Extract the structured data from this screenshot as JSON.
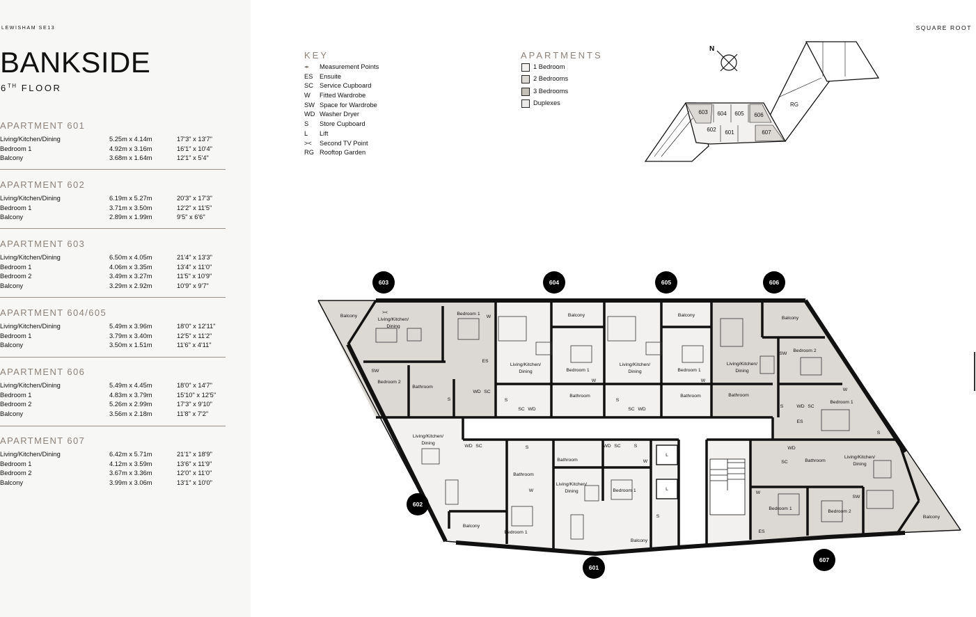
{
  "header": {
    "location": "LEWISHAM SE13",
    "title": "BANKSIDE",
    "floor_number": "6",
    "floor_suffix": "TH",
    "floor_label": "FLOOR",
    "brand": "SQUARE ROOT"
  },
  "apartments": [
    {
      "title": "APARTMENT 601",
      "rooms": [
        {
          "name": "Living/Kitchen/Dining",
          "metric": "5.25m x 4.14m",
          "imperial": "17'3\" x 13'7\""
        },
        {
          "name": "Bedroom 1",
          "metric": "4.92m x 3.16m",
          "imperial": "16'1\" x 10'4\""
        },
        {
          "name": "Balcony",
          "metric": "3.68m x 1.64m",
          "imperial": "12'1\" x 5'4\""
        }
      ]
    },
    {
      "title": "APARTMENT 602",
      "rooms": [
        {
          "name": "Living/Kitchen/Dining",
          "metric": "6.19m x 5.27m",
          "imperial": "20'3\" x 17'3\""
        },
        {
          "name": "Bedroom 1",
          "metric": "3.71m x 3.50m",
          "imperial": "12'2\" x 11'5\""
        },
        {
          "name": "Balcony",
          "metric": "2.89m x 1.99m",
          "imperial": "9'5\" x 6'6\""
        }
      ]
    },
    {
      "title": "APARTMENT 603",
      "rooms": [
        {
          "name": "Living/Kitchen/Dining",
          "metric": "6.50m x 4.05m",
          "imperial": "21'4\" x 13'3\""
        },
        {
          "name": "Bedroom 1",
          "metric": "4.06m x 3.35m",
          "imperial": "13'4\" x 11'0\""
        },
        {
          "name": "Bedroom 2",
          "metric": "3.49m x 3.27m",
          "imperial": "11'5\" x 10'9\""
        },
        {
          "name": "Balcony",
          "metric": "3.29m x 2.92m",
          "imperial": "10'9\" x 9'7\""
        }
      ]
    },
    {
      "title": "APARTMENT 604/605",
      "rooms": [
        {
          "name": "Living/Kitchen/Dining",
          "metric": "5.49m x 3.96m",
          "imperial": "18'0\" x 12'11\""
        },
        {
          "name": "Bedroom 1",
          "metric": "3.79m x 3.40m",
          "imperial": "12'5\" x 11'2\""
        },
        {
          "name": "Balcony",
          "metric": "3.50m x 1.51m",
          "imperial": "11'6\" x 4'11\""
        }
      ]
    },
    {
      "title": "APARTMENT 606",
      "rooms": [
        {
          "name": "Living/Kitchen/Dining",
          "metric": "5.49m x 4.45m",
          "imperial": "18'0\" x 14'7\""
        },
        {
          "name": "Bedroom 1",
          "metric": "4.83m x 3.79m",
          "imperial": "15'10\" x 12'5\""
        },
        {
          "name": "Bedroom 2",
          "metric": "5.26m x 2.99m",
          "imperial": "17'3\" x 9'10\""
        },
        {
          "name": "Balcony",
          "metric": "3.56m x 2.18m",
          "imperial": "11'8\" x 7'2\""
        }
      ]
    },
    {
      "title": "APARTMENT 607",
      "rooms": [
        {
          "name": "Living/Kitchen/Dining",
          "metric": "6.42m x 5.71m",
          "imperial": "21'1\" x 18'9\""
        },
        {
          "name": "Bedroom 1",
          "metric": "4.12m x 3.59m",
          "imperial": "13'6\" x 11'9\""
        },
        {
          "name": "Bedroom 2",
          "metric": "3.67m x 3.36m",
          "imperial": "12'0\" x 11'0\""
        },
        {
          "name": "Balcony",
          "metric": "3.99m x 3.06m",
          "imperial": "13'1\" x 10'0\""
        }
      ]
    }
  ],
  "key": {
    "title": "KEY",
    "items": [
      {
        "abbr": "◂▸",
        "label": "Measurement Points"
      },
      {
        "abbr": "ES",
        "label": "Ensuite"
      },
      {
        "abbr": "SC",
        "label": "Service Cupboard"
      },
      {
        "abbr": "W",
        "label": "Fitted Wardrobe"
      },
      {
        "abbr": "SW",
        "label": "Space for Wardrobe"
      },
      {
        "abbr": "WD",
        "label": "Washer Dryer"
      },
      {
        "abbr": "S",
        "label": "Store Cupboard"
      },
      {
        "abbr": "L",
        "label": "Lift"
      },
      {
        "abbr": "><",
        "label": "Second TV Point"
      },
      {
        "abbr": "RG",
        "label": "Rooftop Garden"
      }
    ]
  },
  "legend": {
    "title": "APARTMENTS",
    "items": [
      {
        "label": "1 Bedroom",
        "color": "#f2f1ef"
      },
      {
        "label": "2 Bedrooms",
        "color": "#dcd9d4"
      },
      {
        "label": "3 Bedrooms",
        "color": "#c4bfb7"
      },
      {
        "label": "Duplexes",
        "color": "#ebeae8"
      }
    ]
  },
  "keyplan": {
    "north": "N",
    "units": [
      "603",
      "604",
      "605",
      "606",
      "602",
      "601",
      "607"
    ],
    "garden": "RG"
  },
  "plan": {
    "markers": [
      "603",
      "604",
      "605",
      "606",
      "602",
      "601",
      "607"
    ],
    "labels": {
      "balcony": "Balcony",
      "lkd1": "Living/Kitchen/",
      "lkd2": "Dining",
      "lkd_a": "Living/Kitchen/",
      "bed1": "Bedroom 1",
      "bed2": "Bedroom 2",
      "bath": "Bathroom",
      "w": "W",
      "es": "ES",
      "sw": "SW",
      "s": "S",
      "wd": "WD",
      "sc": "SC",
      "l": "L",
      "tv": "><"
    }
  }
}
